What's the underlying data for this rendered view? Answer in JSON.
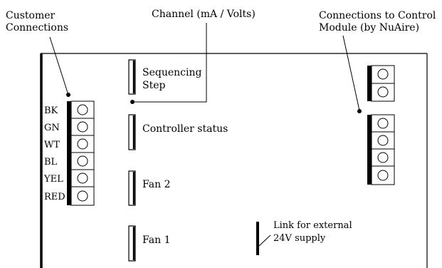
{
  "callouts": {
    "customer": [
      "Customer",
      "Connections"
    ],
    "channel": "Channel (mA / Volts)",
    "control": [
      "Connections to Control",
      "Module (by NuAire)"
    ]
  },
  "components": {
    "sequencing": [
      "Sequencing",
      "Step"
    ],
    "controller_status": "Controller status",
    "fan2": "Fan 2",
    "fan1": "Fan 1",
    "link": [
      "Link for external",
      "24V supply"
    ]
  },
  "terminal_labels": [
    "BK",
    "GN",
    "WT",
    "BL",
    "YEL",
    "RED"
  ]
}
